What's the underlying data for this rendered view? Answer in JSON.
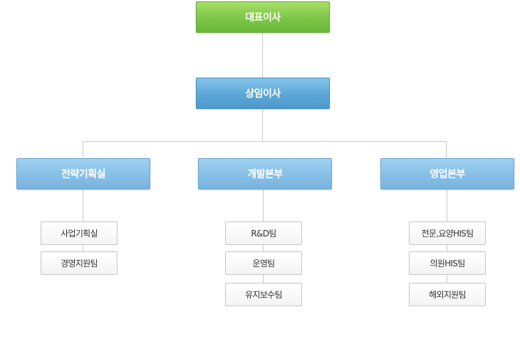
{
  "org_chart": {
    "ceo": "대표이사",
    "executive": "상임이사",
    "divisions": [
      {
        "name": "전략기획실",
        "teams": [
          "사업기획실",
          "경영지원팀"
        ]
      },
      {
        "name": "개발본부",
        "teams": [
          "R&D팀",
          "운영팀",
          "유지보수팀"
        ]
      },
      {
        "name": "영업본부",
        "teams": [
          "전문,요양HIS팀",
          "의원HIS팀",
          "해외지원팀"
        ]
      }
    ]
  },
  "colors": {
    "ceo": "#7cc646",
    "executive": "#5ba6d8",
    "division": "#86bfe6",
    "connector": "#c9c9c9"
  }
}
